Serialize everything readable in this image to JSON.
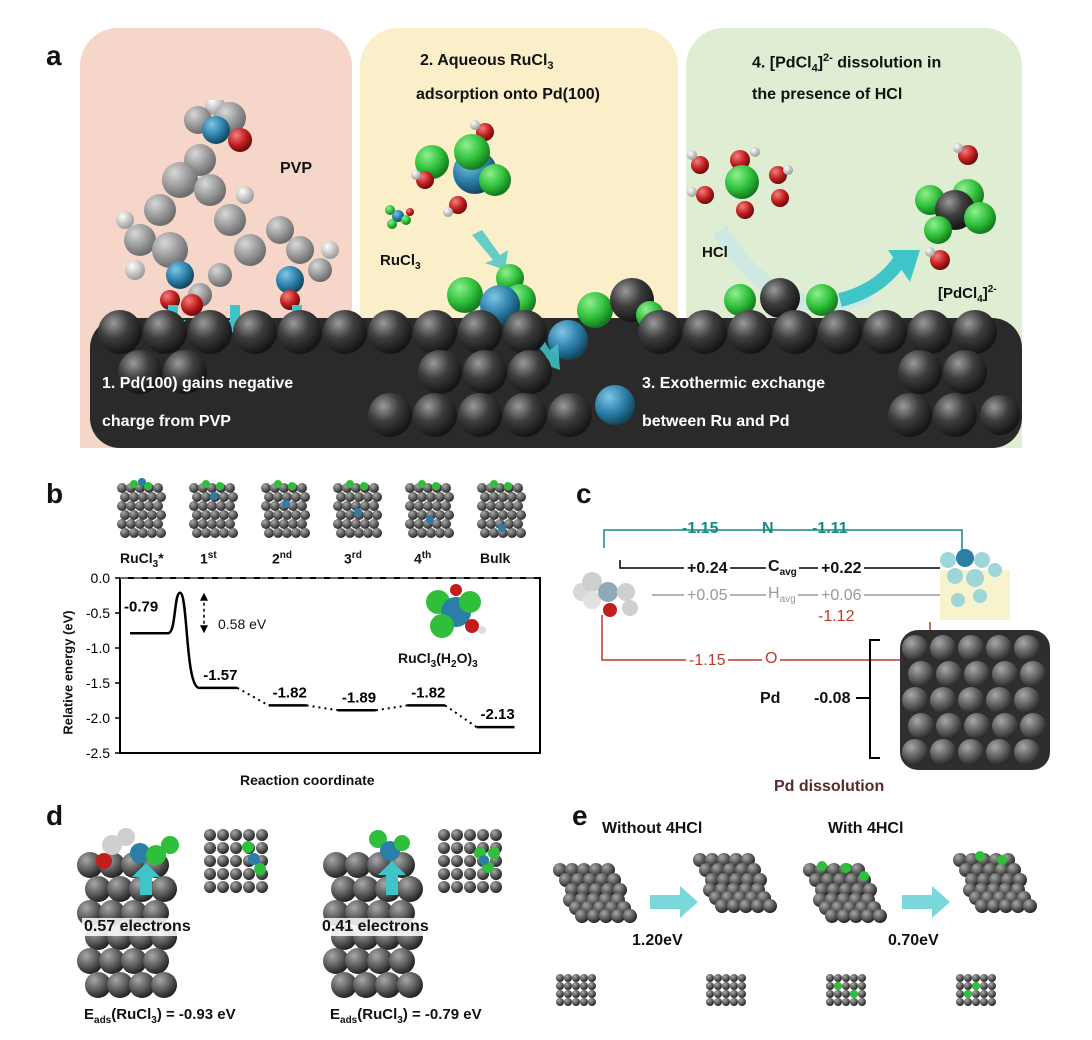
{
  "colors": {
    "panel1_bg": "#f6d6c8",
    "panel2_bg": "#fbefc9",
    "panel3_bg": "#dfeed3",
    "pd_atom": "#3a3a3a",
    "cl_atom": "#2fbf3a",
    "ru_atom": "#2a7ea8",
    "o_atom": "#c21d1d",
    "h_atom": "#e6e6e6",
    "arrow_teal": "#3fc4c8",
    "n_color": "#148a83",
    "o_color": "#c0392b",
    "h_color": "#999999"
  },
  "panel_a": {
    "letter": "a",
    "step2_line1": "2. Aqueous RuCl",
    "step2_sub": "3",
    "step2_line2": "adsorption onto Pd(100)",
    "step4_line1_a": "4. [PdCl",
    "step4_sub": "4",
    "step4_sup": "2-",
    "step4_line1_b": " dissolution in",
    "step4_line2": "the presence of HCl",
    "pvp_label": "PVP",
    "rucl3_label": "RuCl",
    "rucl3_sub": "3",
    "hcl_label": "HCl",
    "pdcl4_label_a": "[PdCl",
    "pdcl4_sub": "4",
    "pdcl4_sup": "2-",
    "step1_line1": "1. Pd(100) gains negative",
    "step1_line2": "charge from PVP",
    "step3_line1": "3. Exothermic exchange",
    "step3_line2": "between Ru and Pd"
  },
  "panel_b": {
    "letter": "b",
    "structures": [
      {
        "label": "RuCl",
        "sub": "3",
        "suffix": "*"
      },
      {
        "label": "1",
        "sup": "st"
      },
      {
        "label": "2",
        "sup": "nd"
      },
      {
        "label": "3",
        "sup": "rd"
      },
      {
        "label": "4",
        "sup": "th"
      },
      {
        "label": "Bulk"
      }
    ],
    "barrier_label": "0.58 eV",
    "complex_label": "RuCl",
    "complex_sub1": "3",
    "complex_mid": "(H",
    "complex_sub2": "2",
    "complex_end": "O)",
    "complex_sub3": "3"
  },
  "chart_data": {
    "type": "line",
    "title": "",
    "xlabel": "Reaction coordinate",
    "ylabel": "Relative energy (eV)",
    "ylim": [
      -2.5,
      0.0
    ],
    "yticks": [
      "0.0",
      "-0.5",
      "-1.0",
      "-1.5",
      "-2.0",
      "-2.5"
    ],
    "categories": [
      "RuCl3*",
      "1st",
      "2nd",
      "3rd",
      "4th",
      "Bulk"
    ],
    "values": [
      -0.79,
      -1.57,
      -1.82,
      -1.89,
      -1.82,
      -2.13
    ],
    "value_labels": [
      "-0.79",
      "-1.57",
      "-1.82",
      "-1.89",
      "-1.82",
      "-2.13"
    ],
    "transition_state": -0.21,
    "barrier": 0.58,
    "zero_line": "dashed"
  },
  "panel_c": {
    "letter": "c",
    "n_left": "-1.15",
    "n_label": "N",
    "n_right": "-1.11",
    "c_left": "+0.24",
    "c_label": "C",
    "c_sub": "avg",
    "c_right": "+0.22",
    "h_left": "+0.05",
    "h_label": "H",
    "h_sub": "avg",
    "h_right": "+0.06",
    "o_left": "-1.15",
    "o_label": "O",
    "o_right": "-1.12",
    "pd_label": "Pd",
    "pd_value": "-0.08"
  },
  "panel_d": {
    "letter": "d",
    "left_electrons": "0.57 electrons",
    "right_electrons": "0.41 electrons",
    "left_eads_a": "E",
    "left_eads_sub": "ads",
    "left_eads_b": "(RuCl",
    "left_eads_sub2": "3",
    "left_eads_c": ") = -0.93 eV",
    "right_eads_a": "E",
    "right_eads_sub": "ads",
    "right_eads_b": "(RuCl",
    "right_eads_sub2": "3",
    "right_eads_c": ") = -0.79 eV"
  },
  "panel_e": {
    "letter": "e",
    "title": "Pd dissolution",
    "without": "Without 4HCl",
    "with": "With 4HCl",
    "without_energy": "1.20eV",
    "with_energy": "0.70eV"
  }
}
